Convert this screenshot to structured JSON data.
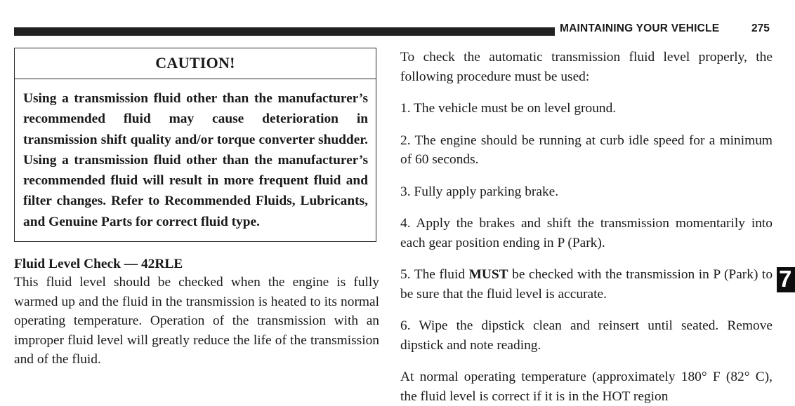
{
  "header": {
    "title": "MAINTAINING YOUR VEHICLE",
    "page_number": "275",
    "rule_color": "#212121"
  },
  "left_column": {
    "caution_box": {
      "title": "CAUTION!",
      "body": "Using a transmission fluid other than the manufacturer’s recommended fluid may cause deterioration in transmission shift quality and/or torque converter shudder. Using a transmission fluid other than the manufacturer’s recommended fluid will result in more frequent fluid and filter changes. Refer to Recommended Fluids, Lubricants, and Genuine Parts for correct fluid type.",
      "border_color": "#2a2a2a"
    },
    "section": {
      "heading": "Fluid Level Check — 42RLE",
      "paragraph": "This fluid level should be checked when the engine is fully warmed up and the fluid in the transmission is heated to its normal operating temperature. Operation of the transmission with an improper fluid level will greatly reduce the life of the transmission and of the fluid."
    }
  },
  "right_column": {
    "intro": "To check the automatic transmission fluid level properly, the following procedure must be used:",
    "steps": [
      {
        "number": "1.",
        "text": "The vehicle must be on level ground."
      },
      {
        "number": "2.",
        "text": "The engine should be running at curb idle speed for a minimum of 60 seconds."
      },
      {
        "number": "3.",
        "text": "Fully apply parking brake."
      },
      {
        "number": "4.",
        "text": "Apply the brakes and shift the transmission momentarily into each gear position ending in P (Park)."
      },
      {
        "number": "5.",
        "text_before": "The fluid ",
        "emphasis": "MUST",
        "text_after": " be checked with the transmission in P (Park) to be sure that the fluid level is accurate."
      },
      {
        "number": "6.",
        "text": "Wipe the dipstick clean and reinsert until seated. Remove dipstick and note reading."
      }
    ],
    "closing": "At normal operating temperature (approximately 180° F (82° C), the fluid level is correct if it is in the HOT region"
  },
  "edge_tab": {
    "number": "7",
    "background": "#0d0d0d",
    "text_color": "#ffffff"
  }
}
